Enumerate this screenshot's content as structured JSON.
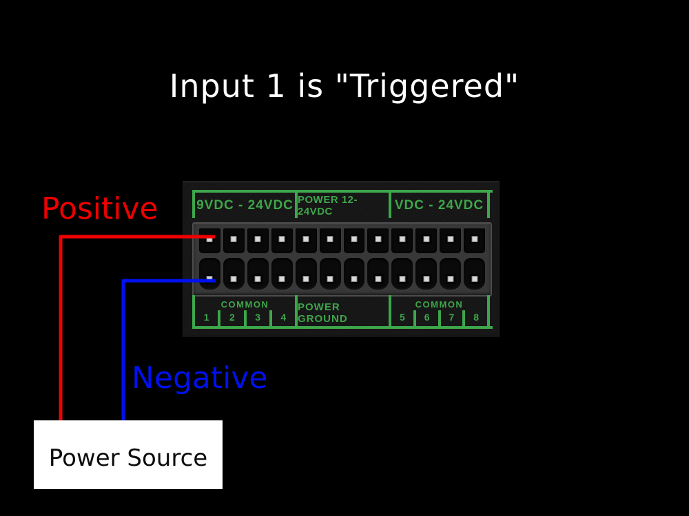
{
  "title": "Input 1 is \"Triggered\"",
  "annotations": {
    "positive": "Positive",
    "negative": "Negative",
    "power_source": "Power Source"
  },
  "terminal_panel": {
    "top_labels": [
      "9VDC - 24VDC",
      "POWER 12-24VDC",
      "VDC - 24VDC"
    ],
    "bottom_left": {
      "label": "COMMON",
      "numbers": [
        "1",
        "2",
        "3",
        "4"
      ]
    },
    "bottom_center": {
      "label": "POWER GROUND"
    },
    "bottom_right": {
      "label": "COMMON",
      "numbers": [
        "5",
        "6",
        "7",
        "8"
      ]
    },
    "terminal_count": 12
  },
  "colors": {
    "positive_wire": "#ee0000",
    "negative_wire": "#0011ee",
    "panel_green": "#3ea64b"
  }
}
